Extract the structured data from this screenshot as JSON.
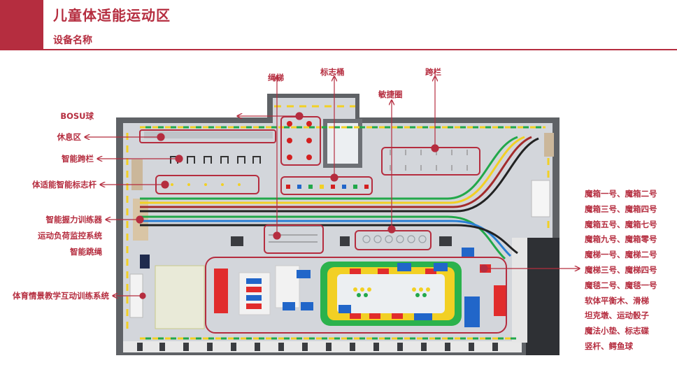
{
  "page": {
    "title": "儿童体适能运动区",
    "subtitle": "设备名称"
  },
  "top_labels": {
    "rope_ladder": "绳梯",
    "marker_bucket": "标志桶",
    "hurdle": "跨栏",
    "agility_ring": "敏捷圈"
  },
  "left_labels": {
    "bosu_ball": "BOSU球",
    "rest_area": "休息区",
    "smart_hurdle": "智能跨栏",
    "smart_marker_pole": "体适能智能标志杆",
    "grip_trainer": "智能握力训练器",
    "load_monitor": "运动负荷监控系统",
    "smart_jump_rope": "智能跳绳",
    "interactive_system": "体育情景教学互动训练系统"
  },
  "right_list": [
    "魔箱一号、魔箱二号",
    "魔箱三号、魔箱四号",
    "魔箱五号、魔箱七号",
    "魔箱九号、魔箱零号",
    "魔梯一号、魔梯二号",
    "魔梯三号、魔梯四号",
    "魔毯二号、魔毯一号",
    "软体平衡木、滑梯",
    "坦克墩、运动骰子",
    "魔法小垫、标志碟",
    "竖杆、鳄鱼球"
  ],
  "colors": {
    "accent": "#b52d3f",
    "floor": "#d3d6db",
    "wall": "#6b6e73",
    "track_green": "#22a84a",
    "track_yellow": "#f2d024",
    "track_blue": "#2a7fd4",
    "track_black": "#222222",
    "mat_red": "#e12c2c",
    "mat_blue": "#2166c9"
  }
}
